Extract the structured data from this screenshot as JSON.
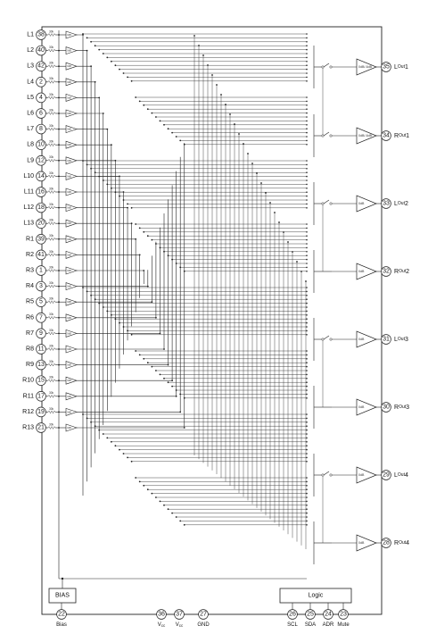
{
  "inputs": [
    {
      "name": "L1",
      "pin": "38"
    },
    {
      "name": "L2",
      "pin": "40"
    },
    {
      "name": "L3",
      "pin": "42"
    },
    {
      "name": "L4",
      "pin": "2"
    },
    {
      "name": "L5",
      "pin": "4"
    },
    {
      "name": "L6",
      "pin": "6"
    },
    {
      "name": "L7",
      "pin": "8"
    },
    {
      "name": "L8",
      "pin": "10"
    },
    {
      "name": "L9",
      "pin": "12"
    },
    {
      "name": "L10",
      "pin": "14"
    },
    {
      "name": "L11",
      "pin": "16"
    },
    {
      "name": "L12",
      "pin": "18"
    },
    {
      "name": "L13",
      "pin": "20"
    },
    {
      "name": "R1",
      "pin": "39"
    },
    {
      "name": "R2",
      "pin": "41"
    },
    {
      "name": "R3",
      "pin": "1"
    },
    {
      "name": "R4",
      "pin": "3"
    },
    {
      "name": "R5",
      "pin": "5"
    },
    {
      "name": "R6",
      "pin": "7"
    },
    {
      "name": "R7",
      "pin": "9"
    },
    {
      "name": "R8",
      "pin": "11"
    },
    {
      "name": "R9",
      "pin": "13"
    },
    {
      "name": "R10",
      "pin": "15"
    },
    {
      "name": "R11",
      "pin": "17"
    },
    {
      "name": "R12",
      "pin": "19"
    },
    {
      "name": "R13",
      "pin": "21"
    }
  ],
  "input_block": {
    "res_label": "30k",
    "amp_label": "0dB"
  },
  "outputs": [
    {
      "name": "LOUT1",
      "pin": "35",
      "amp_label": "0dB/-6dB",
      "has_switch": true
    },
    {
      "name": "ROUT1",
      "pin": "34",
      "amp_label": "0dB/-6dB",
      "has_switch": true
    },
    {
      "name": "LOUT2",
      "pin": "33",
      "amp_label": "0dB",
      "has_switch": true
    },
    {
      "name": "ROUT2",
      "pin": "32",
      "amp_label": "0dB",
      "has_switch": false
    },
    {
      "name": "LOUT3",
      "pin": "31",
      "amp_label": "0dB",
      "has_switch": true
    },
    {
      "name": "ROUT3",
      "pin": "30",
      "amp_label": "0dB",
      "has_switch": false
    },
    {
      "name": "LOUT4",
      "pin": "29",
      "amp_label": "0dB",
      "has_switch": true
    },
    {
      "name": "ROUT4",
      "pin": "28",
      "amp_label": "0dB",
      "has_switch": false
    }
  ],
  "bias_block": {
    "label": "BIAS"
  },
  "logic_block": {
    "label": "Logic"
  },
  "bottom_pins": [
    {
      "pin": "22",
      "label": "Bias"
    },
    {
      "pin": "36",
      "label": "Vcc"
    },
    {
      "pin": "37",
      "label": "Vcc"
    },
    {
      "pin": "27",
      "label": "GND"
    },
    {
      "pin": "26",
      "label": "SCL"
    },
    {
      "pin": "25",
      "label": "SDA"
    },
    {
      "pin": "24",
      "label": "ADR"
    },
    {
      "pin": "23",
      "label": "Mute"
    }
  ]
}
